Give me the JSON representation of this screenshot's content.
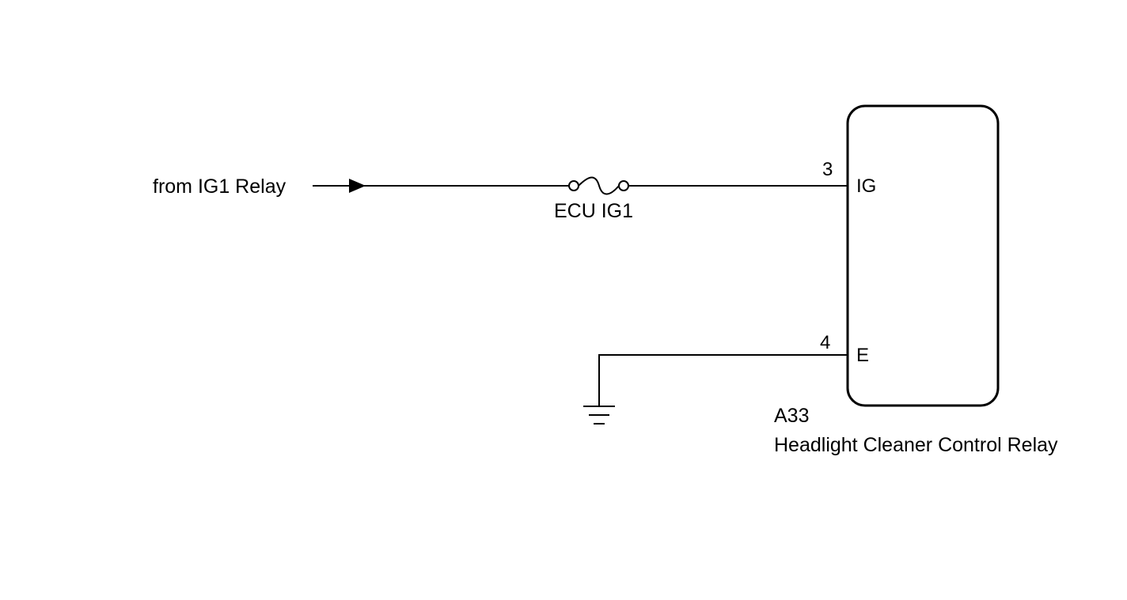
{
  "source": {
    "label": "from IG1 Relay"
  },
  "fuse": {
    "label": "ECU IG1"
  },
  "component": {
    "connector": "A33",
    "name": "Headlight Cleaner Control Relay",
    "pins": [
      {
        "number": "3",
        "name": "IG"
      },
      {
        "number": "4",
        "name": "E"
      }
    ]
  },
  "icons": {
    "arrow": "arrow-right-icon",
    "fuse": "fuse-icon",
    "ground": "ground-icon"
  }
}
